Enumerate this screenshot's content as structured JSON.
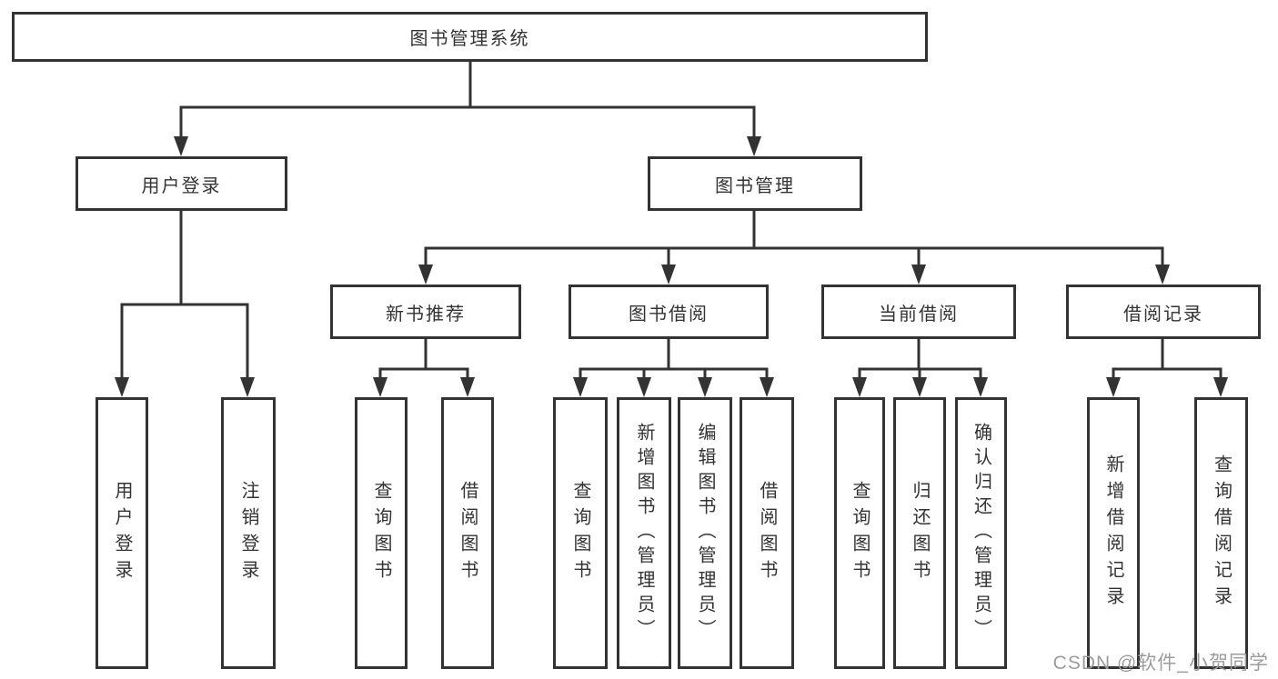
{
  "diagram": {
    "line_color": "#333333",
    "background_color": "#ffffff",
    "nodes": {
      "root": "图书管理系统",
      "user_login": "用户登录",
      "book_mgmt": "图书管理",
      "new_book_rec": "新书推荐",
      "book_borrow": "图书借阅",
      "current_borrow": "当前借阅",
      "borrow_record": "借阅记录",
      "leaf_user_login": "用户登录",
      "leaf_logout": "注销登录",
      "leaf_nbr_query": "查询图书",
      "leaf_nbr_borrow": "借阅图书",
      "leaf_bb_query": "查询图书",
      "leaf_bb_add": "新增图书（管理员）",
      "leaf_bb_edit": "编辑图书（管理员）",
      "leaf_bb_borrow": "借阅图书",
      "leaf_cb_query": "查询图书",
      "leaf_cb_return": "归还图书",
      "leaf_cb_confirm": "确认归还（管理员）",
      "leaf_br_add": "新增借阅记录",
      "leaf_br_query": "查询借阅记录"
    },
    "watermark": "CSDN @软件_小贺同学"
  }
}
